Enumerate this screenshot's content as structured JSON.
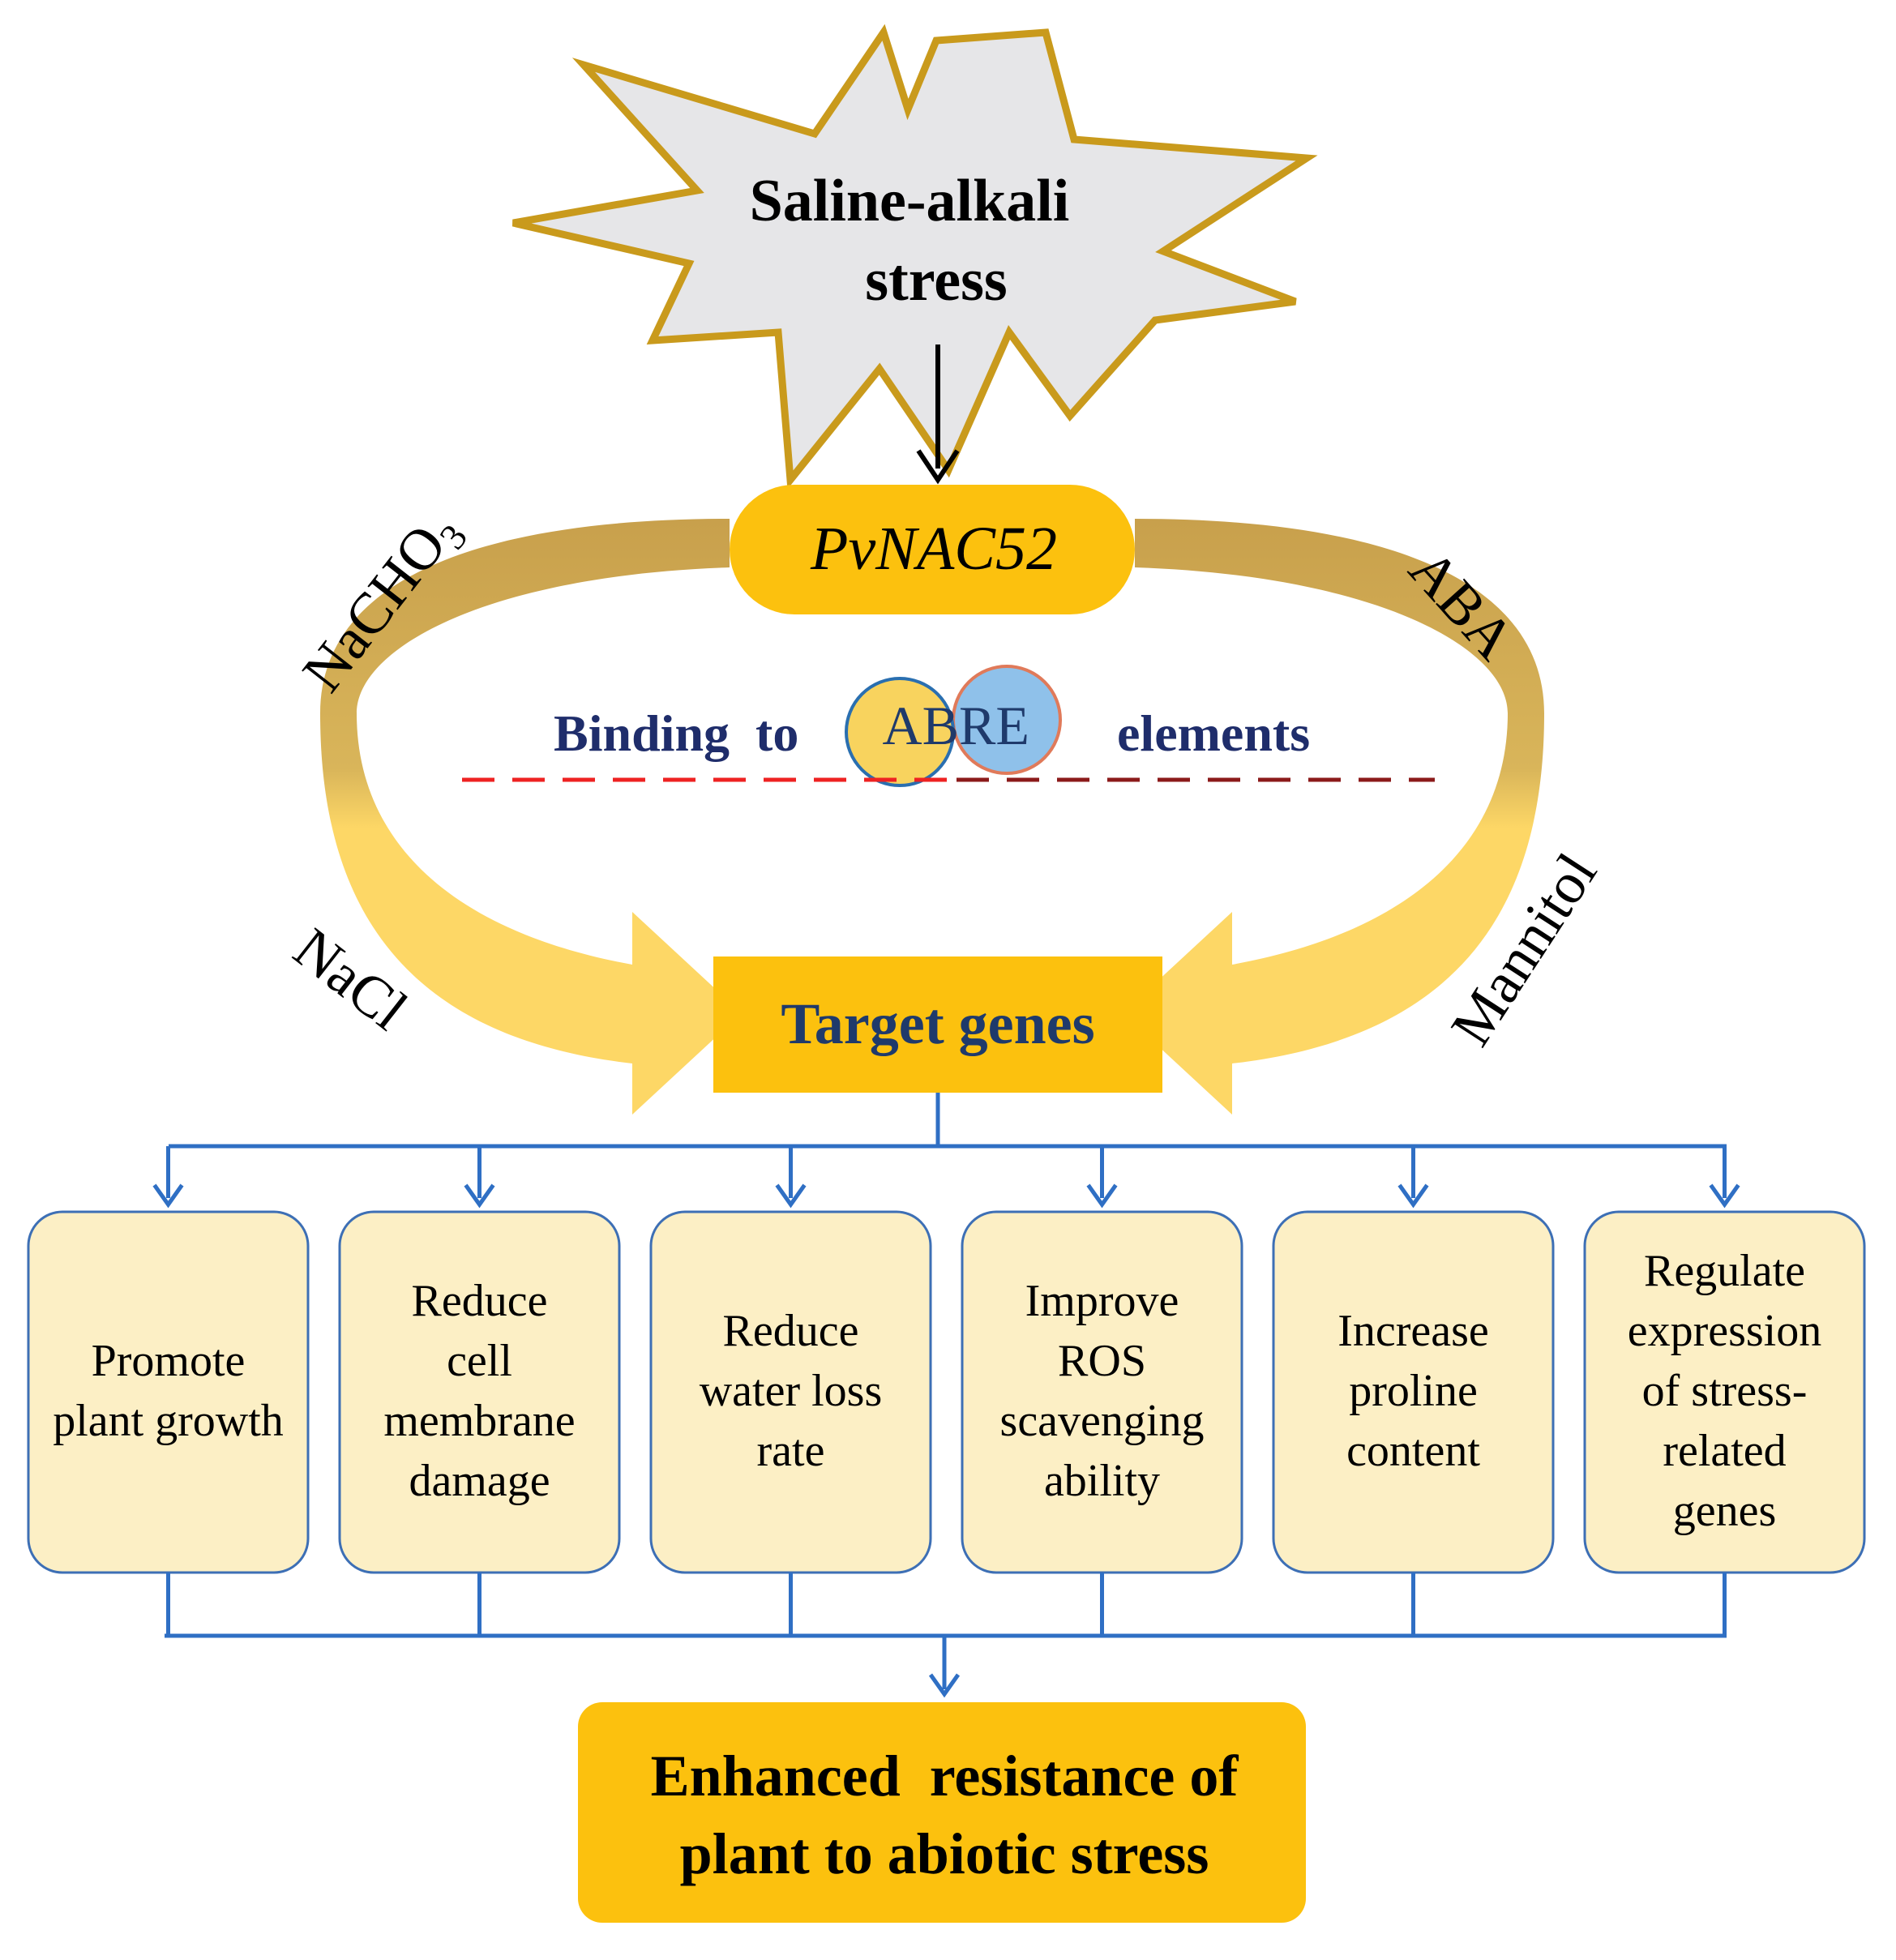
{
  "stress": {
    "line1": "Saline-alkali",
    "line2": "stress"
  },
  "gene": {
    "label": "PvNAC52"
  },
  "treatments": {
    "top_left_main": "NaCHO",
    "top_left_sub": "3",
    "top_right": "ABA",
    "bottom_left": "NaCl",
    "bottom_right": "Mannitol"
  },
  "binding": {
    "prefix": "Binding  to",
    "element_left": "AB",
    "element_right": "RE",
    "suffix": "elements"
  },
  "target": {
    "label": "Target genes"
  },
  "effects": [
    {
      "lines": [
        "Promote",
        "plant  growth"
      ]
    },
    {
      "lines": [
        "Reduce",
        "cell",
        "membrane",
        "damage"
      ]
    },
    {
      "lines": [
        "Reduce",
        "water loss",
        "rate"
      ]
    },
    {
      "lines": [
        "Improve",
        "ROS",
        "scavenging",
        "ability"
      ]
    },
    {
      "lines": [
        "Increase",
        "proline",
        "content"
      ]
    },
    {
      "lines": [
        "Regulate",
        "expression",
        "of stress-",
        "related",
        "genes"
      ]
    }
  ],
  "outcome": {
    "line1": "Enhanced  resistance of",
    "line2": "plant to abiotic stress"
  },
  "colors": {
    "gold": "#fcc10e",
    "star_fill": "#e6e6e8",
    "star_stroke": "#c99a1c",
    "arc_top": "#d4a94a",
    "arc_bottom": "#fdd766",
    "box_fill": "#fcefc5",
    "box_stroke": "#3d6fb5",
    "connector": "#2f6fc4",
    "dash_red": "#ee2222",
    "dash_dark": "#8b1a1a",
    "abre_left": "#f8d35e",
    "abre_right": "#8fc1ea"
  }
}
